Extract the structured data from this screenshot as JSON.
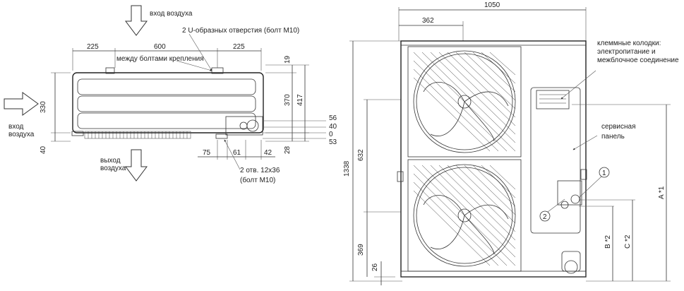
{
  "top_view": {
    "air_in_top": "вход воздуха",
    "air_in_left_1": "вход",
    "air_in_left_2": "воздуха",
    "air_out_1": "выход",
    "air_out_2": "воздуха",
    "u_holes": "2 U-образных отверстия (болт M10)",
    "between_bolts": "между болтами крепления",
    "holes_1": "2 отв. 12x36",
    "holes_2": "(болт M10)",
    "dims": {
      "d225a": "225",
      "d600": "600",
      "d225b": "225",
      "d19": "19",
      "d370": "370",
      "d417": "417",
      "d330": "330",
      "d40": "40",
      "d56": "56",
      "d40b": "40",
      "d0": "0",
      "d53": "53",
      "d75": "75",
      "d61": "61",
      "d42": "42",
      "d28": "28"
    }
  },
  "front_view": {
    "d1050": "1050",
    "d362": "362",
    "d1338": "1338",
    "d632": "632",
    "d369": "369",
    "d26": "26",
    "terminal_1": "клеммные колодки:",
    "terminal_2": "электропитание и",
    "terminal_3": "межблочное соединение",
    "service_1": "сервисная",
    "service_2": "панель",
    "a1": "A *1",
    "b2": "B *2",
    "c2": "C *2",
    "callout_1": "1",
    "callout_2": "2"
  }
}
